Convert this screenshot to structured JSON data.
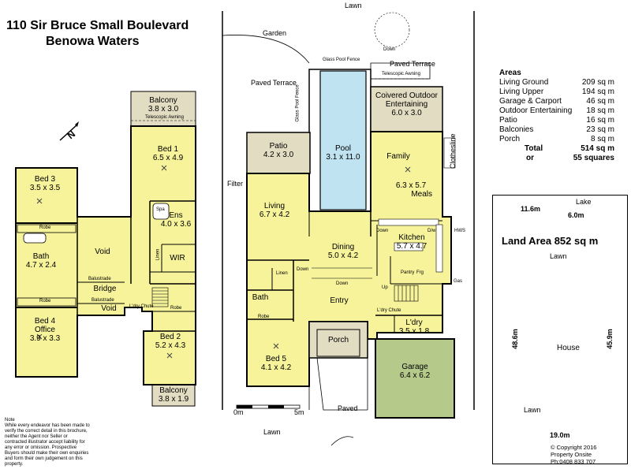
{
  "header": {
    "address_line1": "110 Sir Bruce Small Boulevard",
    "address_line2": "Benowa Waters"
  },
  "upper_floor": {
    "rooms": [
      {
        "key": "balcony_top",
        "name": "Balcony",
        "dims": "3.8 x 3.0"
      },
      {
        "key": "bed1",
        "name": "Bed 1",
        "dims": "6.5 x 4.9"
      },
      {
        "key": "bed3",
        "name": "Bed 3",
        "dims": "3.5 x 3.5"
      },
      {
        "key": "bath",
        "name": "Bath",
        "dims": "4.7 x 2.4"
      },
      {
        "key": "void",
        "name": "Void",
        "dims": ""
      },
      {
        "key": "ens",
        "name": "Ens",
        "dims": "4.0 x 3.6"
      },
      {
        "key": "wir",
        "name": "WIR",
        "dims": ""
      },
      {
        "key": "bridge",
        "name": "Bridge",
        "dims": ""
      },
      {
        "key": "void2",
        "name": "Void",
        "dims": ""
      },
      {
        "key": "bed4",
        "name": "Bed 4 Office",
        "dims": "3.9 x 3.3"
      },
      {
        "key": "bed2",
        "name": "Bed 2",
        "dims": "5.2 x 4.3"
      },
      {
        "key": "balcony_bottom",
        "name": "Balcony",
        "dims": "3.8 x 1.9"
      }
    ],
    "labels": {
      "telescopic_awning": "Telescopic Awning",
      "robe1": "Robe",
      "robe2": "Robe",
      "spa": "Spa",
      "linen": "Linen",
      "balustrade1": "Balustrade",
      "balustrade2": "Balustrade",
      "ldry_chute": "L'dry Chute",
      "compass": "N"
    }
  },
  "ground_floor": {
    "rooms": [
      {
        "key": "coivered",
        "name": "Coivered Outdoor Entertaining",
        "dims": "6.0 x 3.0"
      },
      {
        "key": "pool",
        "name": "Pool",
        "dims": "3.1 x 11.0"
      },
      {
        "key": "patio",
        "name": "Patio",
        "dims": "4.2 x 3.0"
      },
      {
        "key": "family",
        "name": "Family",
        "dims": ""
      },
      {
        "key": "meals",
        "name": "Meals",
        "dims": "6.3 x 5.7"
      },
      {
        "key": "living",
        "name": "Living",
        "dims": "6.7 x 4.2"
      },
      {
        "key": "dining",
        "name": "Dining",
        "dims": "5.0 x 4.2"
      },
      {
        "key": "kitchen",
        "name": "Kitchen",
        "dims": "5.7 x 4.7"
      },
      {
        "key": "bath",
        "name": "Bath",
        "dims": ""
      },
      {
        "key": "entry",
        "name": "Entry",
        "dims": ""
      },
      {
        "key": "ldry",
        "name": "L'dry",
        "dims": "3.5 x 1.8"
      },
      {
        "key": "bed5",
        "name": "Bed 5",
        "dims": "4.1 x 4.2"
      },
      {
        "key": "porch",
        "name": "Porch",
        "dims": ""
      },
      {
        "key": "garage",
        "name": "Garage",
        "dims": "6.4 x 6.2"
      }
    ],
    "labels": {
      "lawn_top": "Lawn",
      "garden": "Garden",
      "down_top": "Down",
      "glass_pool_fence_top": "Glass Pool Fence",
      "paved_terrace_right": "Paved Terrace",
      "telescopic_awning": "Telescopic Awning",
      "paved_terrace_left": "Paved Terrace",
      "glass_pool_fence_side": "Glass Pool Fence",
      "clothesline": "Clothesline",
      "filter": "Filter",
      "down_kitchen": "Down",
      "dw": "D/w",
      "hws": "HWS",
      "linen": "Linen",
      "down_living": "Down",
      "down_dining": "Down",
      "pantry": "Pantry",
      "frg": "Frg",
      "gas": "Gas",
      "up": "Up",
      "robe": "Robe",
      "ldry_chute": "L'dry Chute",
      "scale_0": "0m",
      "scale_5": "5m",
      "paved": "Paved",
      "lawn_bottom": "Lawn"
    }
  },
  "areas": {
    "heading": "Areas",
    "rows": [
      {
        "label": "Living Ground",
        "value": "209 sq m"
      },
      {
        "label": "Living Upper",
        "value": "194 sq m"
      },
      {
        "label": "Garage & Carport",
        "value": "46 sq m"
      },
      {
        "label": "Outdoor Entertaining",
        "value": "18 sq m"
      },
      {
        "label": "Patio",
        "value": "16 sq m"
      },
      {
        "label": "Balconies",
        "value": "23 sq m"
      },
      {
        "label": "Porch",
        "value": "8 sq m"
      }
    ],
    "total_label": "Total",
    "total_value": "514 sq m",
    "or_label": "or",
    "squares": "55 squares"
  },
  "site_plan": {
    "land_area": "Land Area 852 sq m",
    "lake": "Lake",
    "dim_11_6": "11.6m",
    "dim_6_0": "6.0m",
    "lawn_top": "Lawn",
    "dim_48_6": "48.6m",
    "dim_45_9": "45.9m",
    "house": "House",
    "lawn_bottom": "Lawn",
    "dim_19_0": "19.0m"
  },
  "footer": {
    "note_heading": "Note",
    "note_text": "While every endeavor has been made to verify the correct detail in this brochure, neither the Agent nor Seller or contracted illustrator accept liability for any error or omission. Prospective Buyers should make their own enquiries and form their own judgement on this property.",
    "copyright": "© Copyright 2016",
    "company": "Property Onsite",
    "phone": "Ph:0408 833 707"
  },
  "colors": {
    "room_fill": "#f6f39a",
    "outdoor_fill": "#e2dcc2",
    "pool_fill": "#bfe3f0",
    "garage_fill": "#b4c98a",
    "wall": "#000000"
  }
}
